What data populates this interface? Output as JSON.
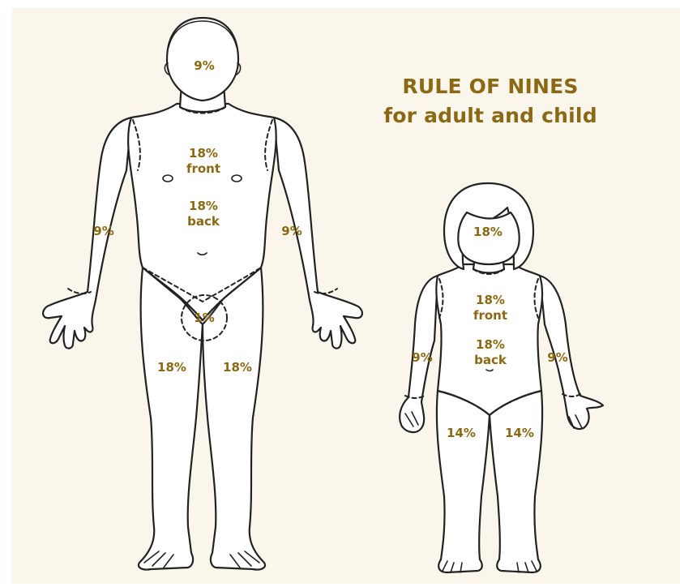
{
  "title": {
    "line1": "RULE OF NINES",
    "line2": "for adult and child"
  },
  "adult": {
    "head": "9%",
    "chest_front": "18%",
    "chest_front_sub": "front",
    "back": "18%",
    "back_sub": "back",
    "right_arm": "9%",
    "left_arm": "9%",
    "groin": "1%",
    "right_leg": "18%",
    "left_leg": "18%"
  },
  "child": {
    "head": "18%",
    "chest_front": "18%",
    "chest_front_sub": "front",
    "back": "18%",
    "back_sub": "back",
    "right_arm": "9%",
    "left_arm": "9%",
    "right_leg": "14%",
    "left_leg": "14%"
  },
  "colors": {
    "background": "#FBF6EB",
    "label": "#8B6914",
    "outline": "#222222"
  }
}
